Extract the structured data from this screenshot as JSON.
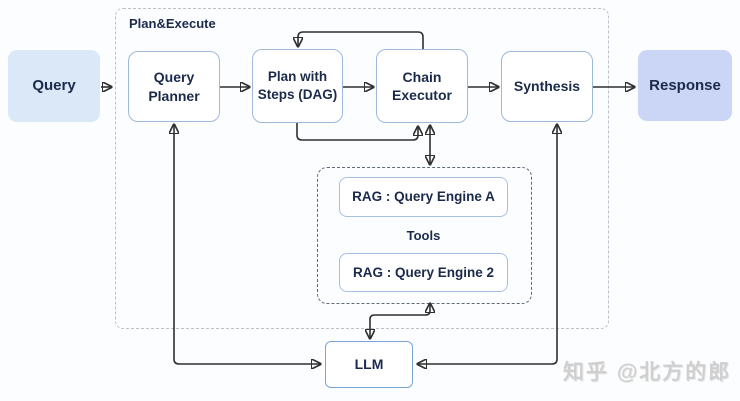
{
  "diagram": {
    "group_label": "Plan&Execute",
    "tools_label": "Tools",
    "nodes": {
      "query": "Query",
      "query_planner": "Query Planner",
      "plan_with_steps": "Plan with Steps (DAG)",
      "chain_executor": "Chain Executor",
      "synthesis": "Synthesis",
      "response": "Response",
      "rag_engine_a": "RAG : Query Engine A",
      "rag_engine_2": "RAG : Query Engine 2",
      "llm": "LLM"
    },
    "edges": [
      {
        "from": "query",
        "to": "query_planner",
        "direction": "one-way"
      },
      {
        "from": "query_planner",
        "to": "plan_with_steps",
        "direction": "one-way"
      },
      {
        "from": "plan_with_steps",
        "to": "chain_executor",
        "direction": "one-way"
      },
      {
        "from": "chain_executor",
        "to": "synthesis",
        "direction": "one-way"
      },
      {
        "from": "synthesis",
        "to": "response",
        "direction": "one-way"
      },
      {
        "from": "chain_executor",
        "to": "plan_with_steps",
        "direction": "one-way",
        "route": "feedback-loop-top"
      },
      {
        "from": "plan_with_steps",
        "to": "chain_executor",
        "direction": "one-way",
        "route": "bottom"
      },
      {
        "from": "chain_executor",
        "to": "tools",
        "direction": "two-way"
      },
      {
        "from": "tools",
        "to": "llm",
        "direction": "two-way"
      },
      {
        "from": "query_planner",
        "to": "llm",
        "direction": "two-way"
      },
      {
        "from": "synthesis",
        "to": "llm",
        "direction": "two-way"
      }
    ],
    "colors": {
      "input_node_fill": "#dbe8f8",
      "output_node_fill": "#cbd5f5",
      "node_fill": "#ffffff",
      "node_border": "#9fb9dc",
      "llm_border": "#7ba4d6",
      "text": "#1b2a4b",
      "arrow": "#2f2f2f",
      "group_dash": "#b9c1ca",
      "tools_dash": "#5f6a77",
      "watermark_gray": "#cfcfcf"
    },
    "watermark": "知乎 @北方的郎"
  }
}
